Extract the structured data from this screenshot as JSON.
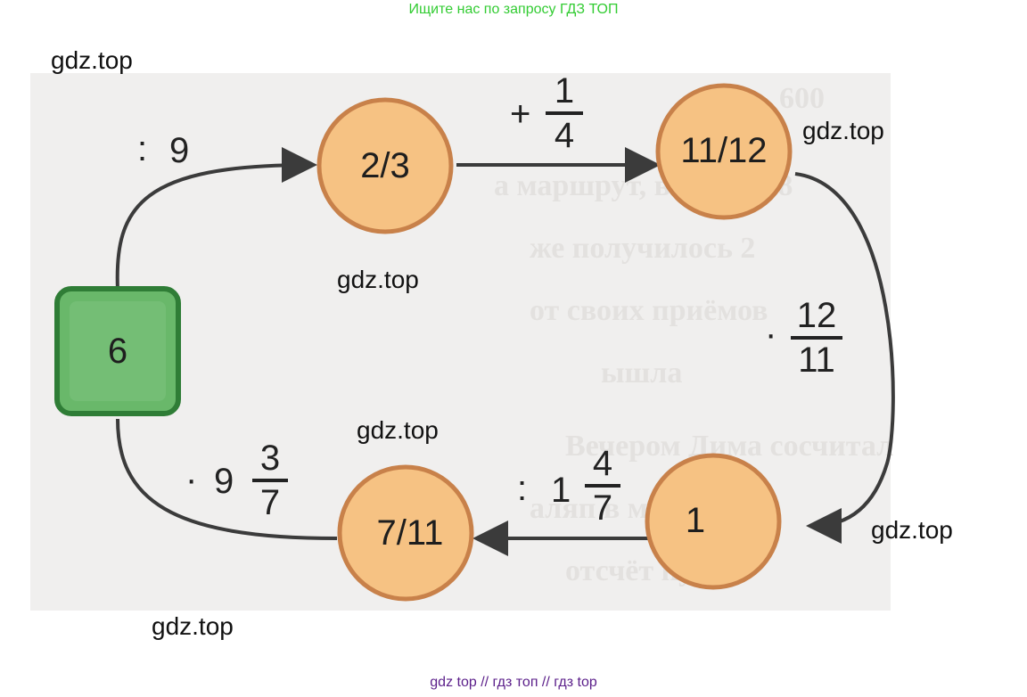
{
  "banners": {
    "top": "Ищите нас по запросу ГДЗ ТОП",
    "bottom": "gdz top  //  гдз топ  //  гдз top"
  },
  "watermark": "gdz.top",
  "diagram": {
    "start": "6",
    "nodes": [
      "2/3",
      "11/12",
      "1",
      "7/11"
    ],
    "operations": {
      "op1": {
        "sign": ":",
        "whole": "9"
      },
      "op2": {
        "sign": "+",
        "numerator": "1",
        "denominator": "4"
      },
      "op3": {
        "sign": "·",
        "numerator": "12",
        "denominator": "11"
      },
      "op4": {
        "sign": ":",
        "whole": "1",
        "numerator": "4",
        "denominator": "7"
      },
      "op5": {
        "sign": "·",
        "whole": "9",
        "numerator": "3",
        "denominator": "7"
      }
    },
    "colors": {
      "circle_fill": "#f6c283",
      "circle_stroke": "#c8814a",
      "square_fill": "#69b86a",
      "square_stroke": "#2f7d36",
      "arrow": "#3b3b3b"
    }
  }
}
